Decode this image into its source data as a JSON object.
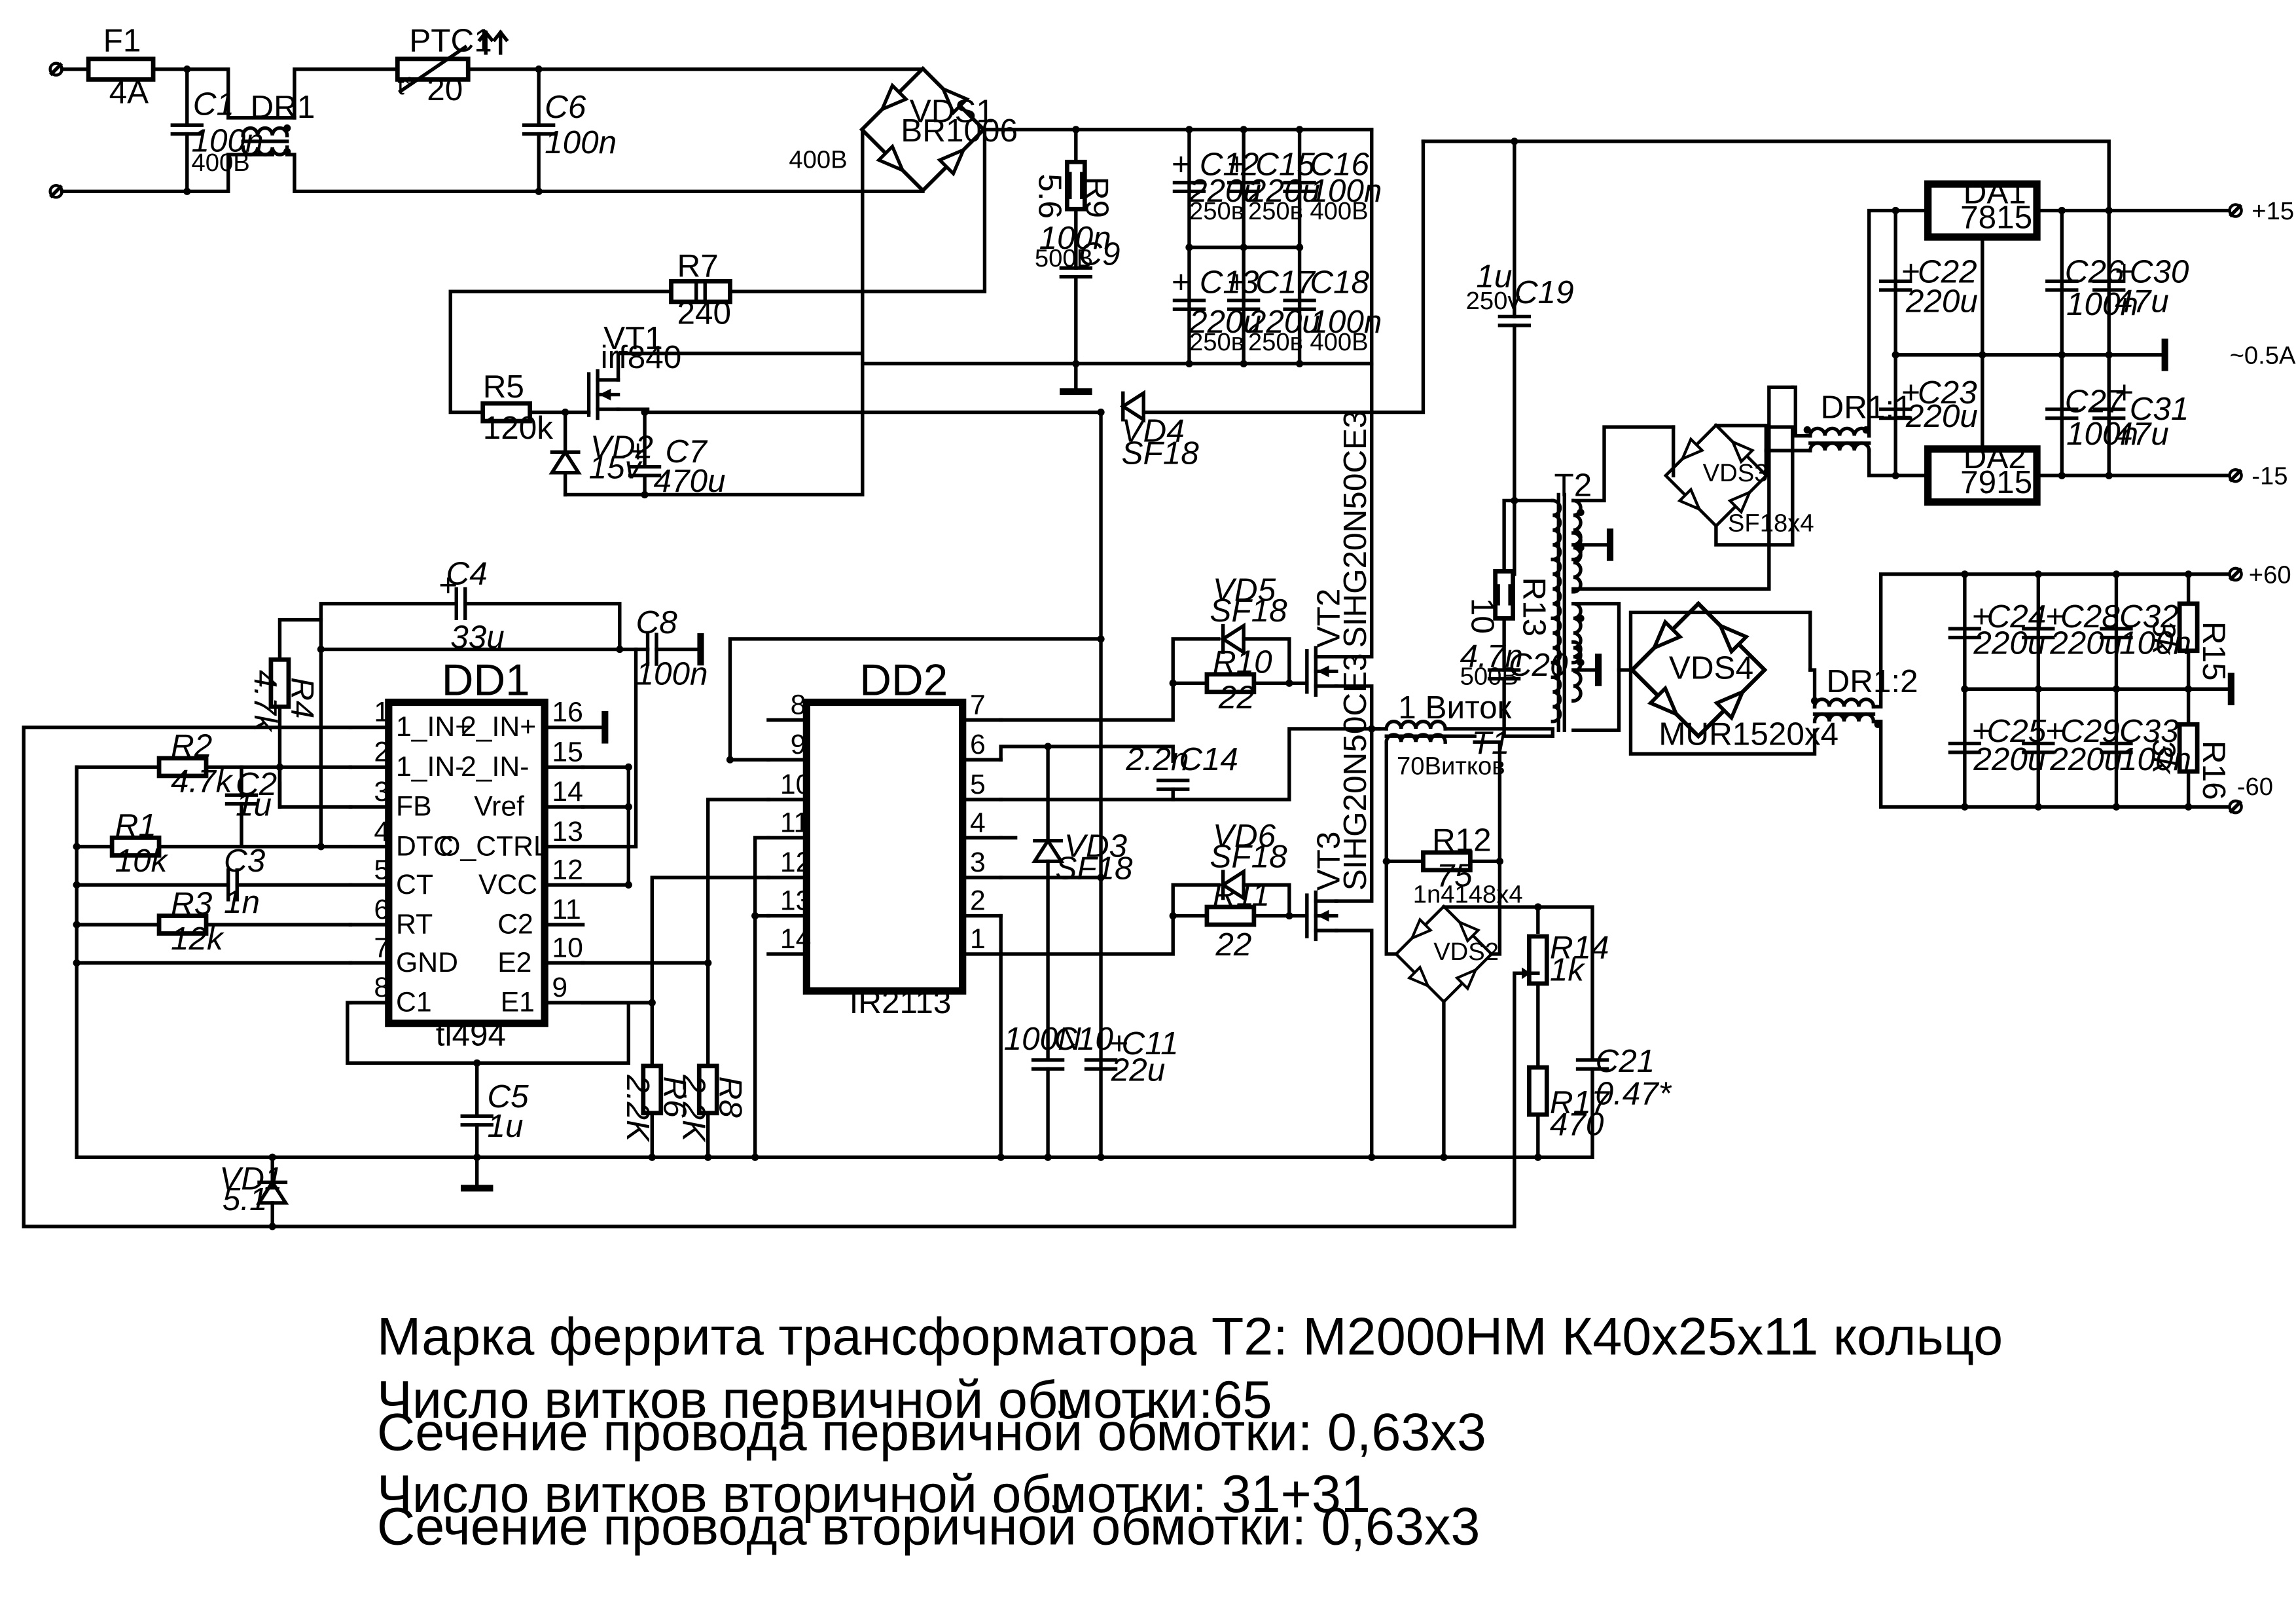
{
  "components": {
    "F1": {
      "ref": "F1",
      "value": "4A"
    },
    "C1": {
      "ref": "C1",
      "value": "100n",
      "rating": "400B"
    },
    "DR1": {
      "ref": "DR1"
    },
    "PTC1": {
      "ref": "PTC1",
      "value": "20",
      "mark": "t°"
    },
    "C6": {
      "ref": "C6",
      "value": "100n"
    },
    "VDS1": {
      "ref": "VDS1",
      "value": "BR1006"
    },
    "bus_label": "400B",
    "R9": {
      "ref": "R9",
      "value": "5.6"
    },
    "C9": {
      "ref": "C9",
      "value": "100n",
      "rating": "500B"
    },
    "C12": {
      "ref": "C12",
      "value": "220u",
      "rating": "250в"
    },
    "C15": {
      "ref": "C15",
      "value": "220u",
      "rating": "250в"
    },
    "C16": {
      "ref": "C16",
      "value": "100n",
      "rating": "400B"
    },
    "C13": {
      "ref": "C13",
      "value": "220u",
      "rating": "250в"
    },
    "C17": {
      "ref": "C17",
      "value": "220u",
      "rating": "250в"
    },
    "C18": {
      "ref": "C18",
      "value": "100n",
      "rating": "400B"
    },
    "R7": {
      "ref": "R7",
      "value": "240"
    },
    "VT1": {
      "ref": "VT1",
      "value": "irf840"
    },
    "R5": {
      "ref": "R5",
      "value": "120k"
    },
    "VD2": {
      "ref": "VD2",
      "value": "15v"
    },
    "C7": {
      "ref": "C7",
      "value": "470u"
    },
    "VD4": {
      "ref": "VD4",
      "value": "SF18"
    },
    "C19": {
      "ref": "C19",
      "value": "1u",
      "rating": "250v"
    },
    "R13": {
      "ref": "R13",
      "value": "10"
    },
    "C20": {
      "ref": "C20",
      "value": "4.7n",
      "rating": "500B"
    },
    "T2": {
      "ref": "T2"
    },
    "T1": {
      "ref": "T1",
      "primary": "1 Виток",
      "secondary": "70Витков"
    },
    "VT2": {
      "ref": "VT2",
      "value": "SIHG20N50CE3"
    },
    "VT3": {
      "ref": "VT3",
      "value": "SIHG20N50CE3"
    },
    "VD5": {
      "ref": "VD5",
      "value": "SF18"
    },
    "VD6": {
      "ref": "VD6",
      "value": "SF18"
    },
    "R10": {
      "ref": "R10",
      "value": "22"
    },
    "R11": {
      "ref": "R11",
      "value": "22"
    },
    "C14": {
      "ref": "C14",
      "value": "2.2n"
    },
    "VD3": {
      "ref": "VD3",
      "value": "SF18"
    },
    "C10": {
      "ref": "C10",
      "value": "100N"
    },
    "C11": {
      "ref": "C11",
      "value": "22u"
    },
    "R12": {
      "ref": "R12",
      "value": "75"
    },
    "VDS2": {
      "ref": "VDS2",
      "value": "1n4148x4"
    },
    "R14": {
      "ref": "R14",
      "value": "1k"
    },
    "R17": {
      "ref": "R17",
      "value": "470"
    },
    "C21": {
      "ref": "C21",
      "value": "0.47*"
    },
    "C4": {
      "ref": "C4",
      "value": "33u"
    },
    "C8": {
      "ref": "C8",
      "value": "100n"
    },
    "R4": {
      "ref": "R4",
      "value": "4.7k"
    },
    "R2": {
      "ref": "R2",
      "value": "4.7k"
    },
    "C2": {
      "ref": "C2",
      "value": "1u"
    },
    "R1": {
      "ref": "R1",
      "value": "10k"
    },
    "C3": {
      "ref": "C3",
      "value": "1n"
    },
    "R3": {
      "ref": "R3",
      "value": "12k"
    },
    "C5": {
      "ref": "C5",
      "value": "1u"
    },
    "VD1": {
      "ref": "VD1",
      "value": "5.1"
    },
    "R6": {
      "ref": "R6",
      "value": "2.2K"
    },
    "R8": {
      "ref": "R8",
      "value": "2.2K"
    },
    "VDS3": {
      "ref": "VDS3",
      "value": "SF18x4"
    },
    "VDS4": {
      "ref": "VDS4",
      "value": "MUR1520x4"
    },
    "DR11": {
      "ref": "DR1:1"
    },
    "DR12": {
      "ref": "DR1:2"
    },
    "DA1": {
      "ref": "DA1",
      "value": "7815"
    },
    "DA2": {
      "ref": "DA2",
      "value": "7915"
    },
    "C22": {
      "ref": "C22",
      "value": "220u"
    },
    "C23": {
      "ref": "C23",
      "value": "220u"
    },
    "C26": {
      "ref": "C26",
      "value": "100n"
    },
    "C27": {
      "ref": "C27",
      "value": "100n"
    },
    "C30": {
      "ref": "C30",
      "value": "47u"
    },
    "C31": {
      "ref": "C31",
      "value": "47u"
    },
    "C24": {
      "ref": "C24",
      "value": "220u"
    },
    "C25": {
      "ref": "C25",
      "value": "220u"
    },
    "C28": {
      "ref": "C28",
      "value": "220u"
    },
    "C29": {
      "ref": "C29",
      "value": "220u"
    },
    "C32": {
      "ref": "C32",
      "value": "100n"
    },
    "C33": {
      "ref": "C33",
      "value": "100n"
    },
    "R15": {
      "ref": "R15",
      "value": "3k"
    },
    "R16": {
      "ref": "R16",
      "value": "3k"
    }
  },
  "dd1": {
    "ref": "DD1",
    "part": "tl494",
    "left_pins": [
      {
        "num": "1",
        "name": "1_IN+"
      },
      {
        "num": "2",
        "name": "1_IN-"
      },
      {
        "num": "3",
        "name": "FB"
      },
      {
        "num": "4",
        "name": "DTC"
      },
      {
        "num": "5",
        "name": "CT"
      },
      {
        "num": "6",
        "name": "RT"
      },
      {
        "num": "7",
        "name": "GND"
      },
      {
        "num": "8",
        "name": "C1"
      }
    ],
    "right_pins": [
      {
        "num": "16",
        "name": "2_IN+"
      },
      {
        "num": "15",
        "name": "2_IN-"
      },
      {
        "num": "14",
        "name": "Vref"
      },
      {
        "num": "13",
        "name": "O_CTRL"
      },
      {
        "num": "12",
        "name": "VCC"
      },
      {
        "num": "11",
        "name": "C2"
      },
      {
        "num": "10",
        "name": "E2"
      },
      {
        "num": "9",
        "name": "E1"
      }
    ]
  },
  "dd2": {
    "ref": "DD2",
    "part": "IR2113",
    "left_pins": [
      "8",
      "9",
      "10",
      "11",
      "12",
      "13",
      "14"
    ],
    "right_pins": [
      "7",
      "6",
      "5",
      "4",
      "3",
      "2",
      "1"
    ]
  },
  "terminals": {
    "p15": "+15",
    "m15": "-15",
    "current": "~0.5A",
    "p60": "+60",
    "m60": "-60"
  },
  "notes": [
    "Марка феррита трансформатора T2: М2000НМ К40х25х11 кольцо",
    "Число витков первичной обмотки:65",
    "Сечение провода первичной обмотки: 0,63х3",
    "Число витков вторичной обмотки: 31+31",
    "Сечение провода вторичной обмотки: 0,63х3"
  ]
}
